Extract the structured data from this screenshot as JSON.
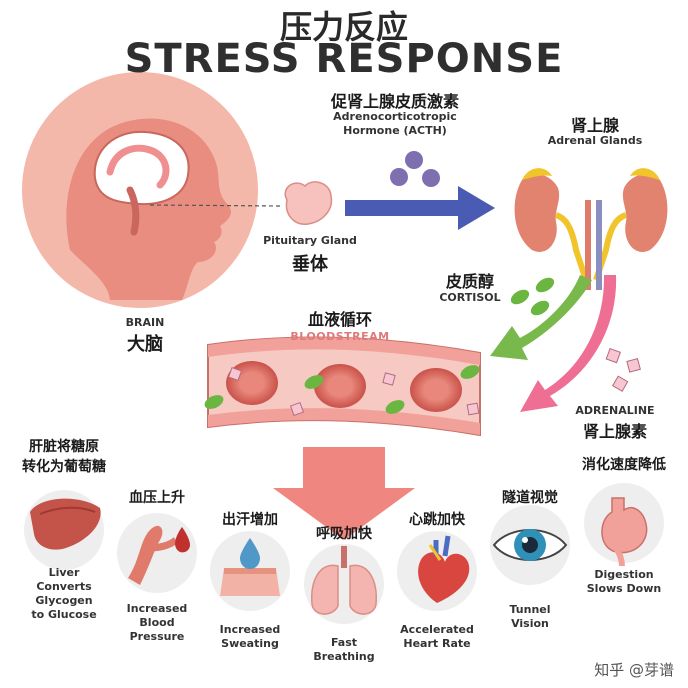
{
  "title": {
    "zh": "压力反应",
    "en": "STRESS RESPONSE"
  },
  "hormones": {
    "acth": {
      "zh": "促肾上腺皮质激素",
      "en_line1": "Adrenocorticotropic",
      "en_line2": "Hormone (ACTH)"
    },
    "cortisol": {
      "zh": "皮质醇",
      "en": "CORTISOL"
    },
    "adrenaline": {
      "zh": "肾上腺素",
      "en": "ADRENALINE"
    }
  },
  "organs": {
    "brain": {
      "zh": "大脑",
      "en": "BRAIN"
    },
    "pituitary": {
      "zh": "垂体",
      "en": "Pituitary Gland"
    },
    "adrenal": {
      "zh": "肾上腺",
      "en": "Adrenal Glands"
    }
  },
  "bloodstream": {
    "zh": "血液循环",
    "en": "BLOODSTREAM"
  },
  "effects": [
    {
      "zh_line1": "肝脏将糖原",
      "zh_line2": "转化为葡萄糖",
      "en_line1": "Liver",
      "en_line2": "Converts",
      "en_line3": "Glycogen",
      "en_line4": "to Glucose"
    },
    {
      "zh": "血压上升",
      "en_line1": "Increased",
      "en_line2": "Blood",
      "en_line3": "Pressure"
    },
    {
      "zh": "出汗增加",
      "en_line1": "Increased",
      "en_line2": "Sweating"
    },
    {
      "zh": "呼吸加快",
      "en_line1": "Fast",
      "en_line2": "Breathing"
    },
    {
      "zh": "心跳加快",
      "en_line1": "Accelerated",
      "en_line2": "Heart Rate"
    },
    {
      "zh": "隧道视觉",
      "en_line1": "Tunnel",
      "en_line2": "Vision"
    },
    {
      "zh": "消化速度降低",
      "en_line1": "Digestion",
      "en_line2": "Slows Down"
    }
  ],
  "watermark": "知乎 @芽谱",
  "colors": {
    "brain_circle": "#f3b1a3",
    "organ_pink": "#f6c2bd",
    "vessel_wall": "#f2a19a",
    "red_cell": "#d9645c",
    "arrow_blue": "#4a5bb4",
    "arrow_green": "#79b84b",
    "arrow_pink": "#ee6f93",
    "acth_purple": "#7e6fb0",
    "cortisol_green": "#6bb640",
    "gland_yellow": "#f2c42c",
    "kidney_red": "#e2836f"
  },
  "icons": [
    "brain-icon",
    "pituitary-icon",
    "molecule-icon",
    "adrenal-kidney-icon",
    "vessel-icon",
    "liver-icon",
    "blood-vessel-icon",
    "sweat-drop-icon",
    "lungs-icon",
    "heart-icon",
    "eye-icon",
    "stomach-icon"
  ]
}
